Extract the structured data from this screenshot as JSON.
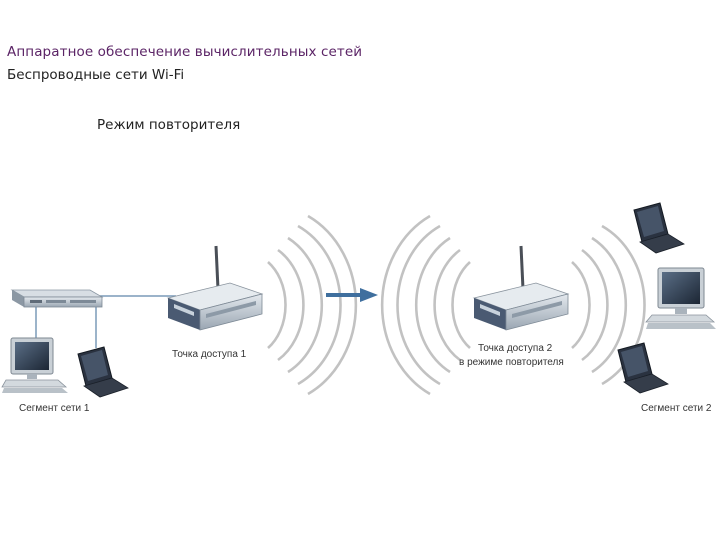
{
  "header": {
    "title": "Аппаратное обеспечение вычислительных сетей",
    "subtitle": "Беспроводные сети Wi-Fi"
  },
  "diagram": {
    "caption": "Режим повторителя",
    "labels": {
      "ap1": "Точка доступа 1",
      "ap2_line1": "Точка доступа 2",
      "ap2_line2": "в режиме повторителя",
      "segment1": "Сегмент сети 1",
      "segment2": "Сегмент сети 2"
    },
    "colors": {
      "title": "#5b2466",
      "cable": "#7a9ab8",
      "arrow": "#3f6f9e",
      "waves": "#bdbdbd",
      "device_body": "#b8c2cc",
      "device_dark": "#4a5a72"
    }
  }
}
